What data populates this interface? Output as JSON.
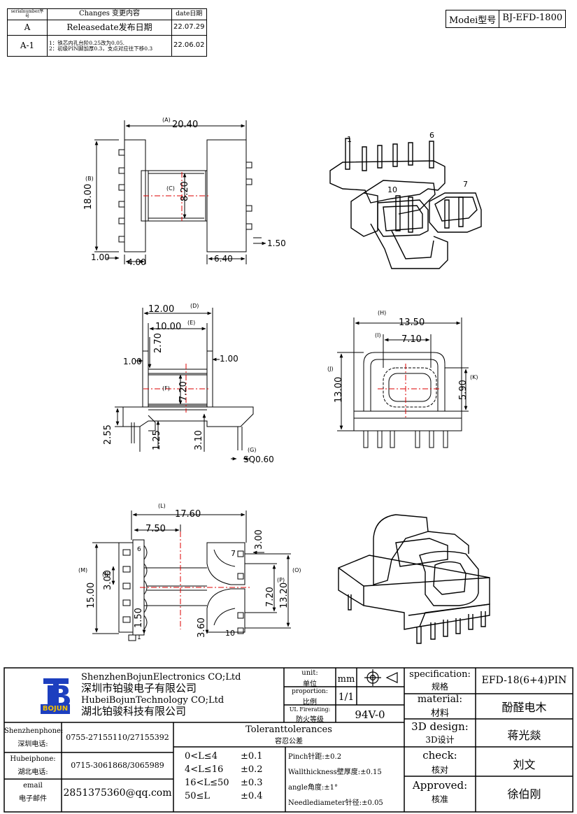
{
  "revision_table": {
    "headers": {
      "serial": "serialnumber序号",
      "changes": "Changes 变更内容",
      "date": "date日期"
    },
    "rows": [
      {
        "serial": "A",
        "changes": "Releasedate发布日期",
        "date": "22.07.29"
      },
      {
        "serial": "A-1",
        "changes_line1": "1：铁芯内孔台阶0.25改为0.05.",
        "changes_line2": "2：初级PIN脚加厚0.3，支点对应往下移0.3",
        "date": "22.06.02"
      }
    ]
  },
  "model": {
    "label": "Modei型号",
    "value": "BJ-EFD-1800"
  },
  "views": {
    "top": {
      "dims": {
        "A": "20.40",
        "B": "18.00",
        "C": "8.20",
        "pitch": "1.00",
        "w1": "4.00",
        "w2": "6.40",
        "pin": "1.50"
      },
      "labels": {
        "A": "(A)",
        "B": "(B)",
        "C": "(C)"
      }
    },
    "side": {
      "dims": {
        "D": "12.00",
        "E": "10.00",
        "h1": "2.70",
        "t1": "1.00",
        "t2": "1.00",
        "F": "7.20",
        "h2": "2.55",
        "h3": "1.25",
        "h4": "3.10",
        "G": "SQ0.60"
      },
      "labels": {
        "D": "(D)",
        "E": "(E)",
        "F": "(F)",
        "G": "(G)"
      }
    },
    "front": {
      "dims": {
        "H": "13.50",
        "I": "7.10",
        "J": "13.00",
        "K": "5.90"
      },
      "labels": {
        "H": "(H)",
        "I": "(I)",
        "J": "(J)",
        "K": "(K)"
      }
    },
    "bottom": {
      "dims": {
        "L": "17.60",
        "a": "7.50",
        "M": "15.00",
        "N": "3.00",
        "b": "1.50",
        "c": "3.60",
        "d": "3.00",
        "P": "7.20",
        "O": "13.20"
      },
      "labels": {
        "L": "(L)",
        "M": "(M)",
        "N": "(N)",
        "O": "(O)",
        "P": "(P)"
      },
      "pins": {
        "p6": "6",
        "p1": "1",
        "p7": "7",
        "p10": "10"
      }
    },
    "iso": {
      "pins": {
        "p1": "1",
        "p6": "6",
        "p10": "10",
        "p7": "7"
      }
    }
  },
  "title_block": {
    "company_en1": "ShenzhenBojunElectronics CO;Ltd",
    "company_cn1": "深圳市铂骏电子有限公司",
    "company_en2": "HubeiBojunTechnology CO;Ltd",
    "company_cn2": "湖北铂骏科技有限公司",
    "logo_text": "BOJUN",
    "unit_label_en": "unit:",
    "unit_label_cn": "单位",
    "unit_value": "mm",
    "proportion_en": "proportion:",
    "proportion_cn": "比例",
    "proportion_value": "1/1",
    "fire_en": "UL Firerating:",
    "fire_cn": "防火等级",
    "fire_value": "94V-0",
    "spec_en": "specification:",
    "spec_cn": "规格",
    "spec_value": "EFD-18(6+4)PIN",
    "material_en": "material:",
    "material_cn": "材料",
    "material_value": "酚醛电木",
    "design_en": "3D design:",
    "design_cn": "3D设计",
    "design_value": "蒋光燚",
    "check_en": "check:",
    "check_cn": "核对",
    "check_value": "刘文",
    "approved_en": "Approved:",
    "approved_cn": "核准",
    "approved_value": "徐伯刚",
    "sz_phone_label1": "Shenzhenphone:",
    "sz_phone_label2": "深圳电话:",
    "sz_phone": "0755-27155110/27155392",
    "hb_phone_label1": "Hubeiphone:",
    "hb_phone_label2": "湖北电话:",
    "hb_phone": "0715-3061868/3065989",
    "email_label1": "email",
    "email_label2": "电子邮件",
    "email": "2851375360@qq.com",
    "tol_title_en": "Toleranttolerances",
    "tol_title_cn": "容忍公差",
    "tolerances": [
      {
        "range": "0<L≤4",
        "value": "±0.1"
      },
      {
        "range": "4<L≤16",
        "value": "±0.2"
      },
      {
        "range": "16<L≤50",
        "value": "±0.3"
      },
      {
        "range": "50≤L",
        "value": "±0.4"
      }
    ],
    "tol_notes": [
      "Pinch针距:±0.2",
      "Wallthickness壁厚度:±0.15",
      "angle角度:±1°",
      "Needlediameter针径:±0.05"
    ]
  }
}
